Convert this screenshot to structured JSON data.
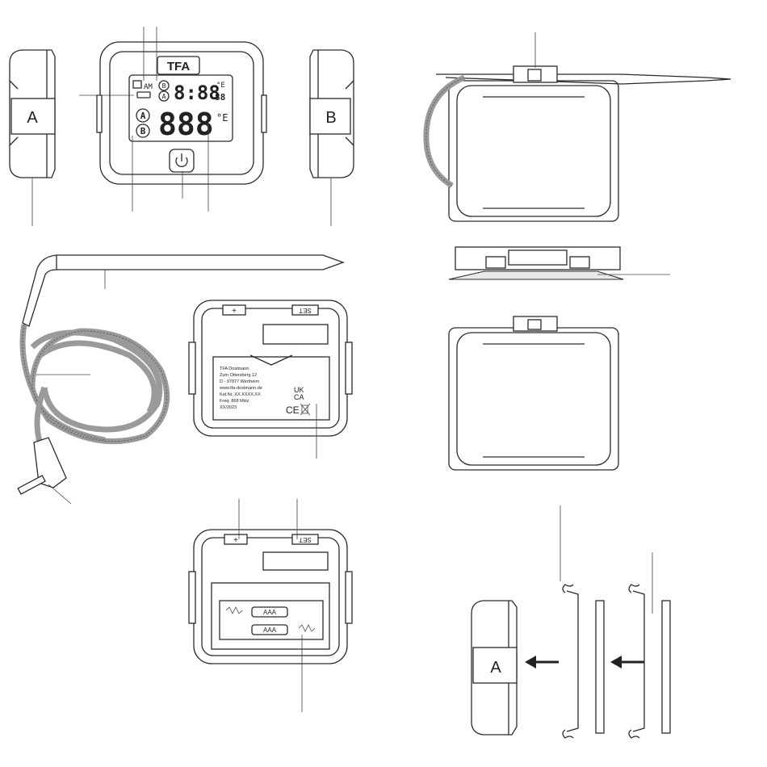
{
  "logo": "TFA",
  "lcd": {
    "time_digits": "8:88",
    "temp_digits": "888",
    "unit": "°E",
    "small_digits": "88",
    "channel_a": "A",
    "channel_b": "B",
    "am_pm": "AM"
  },
  "side_labels": {
    "left": "A",
    "right": "B",
    "attach": "A"
  },
  "back_buttons": {
    "plus": "+",
    "set": "SET"
  },
  "battery": {
    "cell_1": "AAA",
    "cell_2": "AAA"
  },
  "back_label": {
    "line1": "TFA Dostmann",
    "line2": "Zum Ottersberg 12",
    "line3": "D - 97877 Wertheim",
    "line4": "www.tfa-dostmann.de",
    "line5": "Kat.Nr. XX.XXXX.XX",
    "line6": "Freq: 868 MHz",
    "line7": "XX/2023",
    "uk": "UK",
    "ca": "CA",
    "ce": "CE"
  },
  "colors": {
    "line": "#2a2a2a",
    "cable": "#9a9a9a",
    "background": "#ffffff"
  }
}
